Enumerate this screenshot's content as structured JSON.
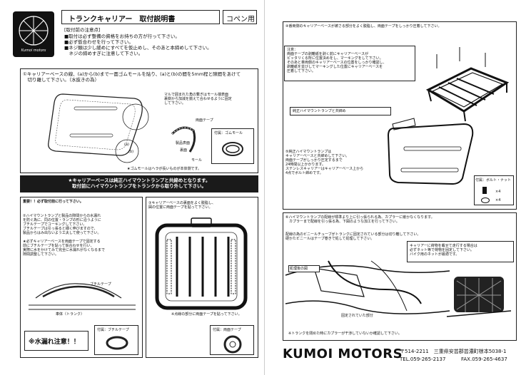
{
  "left": {
    "logo_caption": "Kumoi motors",
    "title": "トランクキャリアー　取付説明書",
    "model": "コペン用",
    "precautions_title": "[取付前の注意点]",
    "precautions": "■取付は必ず整備の資格をお持ちの方が行って下さい。\n■必ず仮合わせを行って下さい。\n■ネジ類は少し緩めにすべてを仮止めし、そのあと本締めして下さい。\n　ネジの締めすぎに注意して下さい。",
    "step1_text": "①キャリアーベースの線、(a)から(b)まで一面ゴムモールを貼り、(a)と(b)の間を5mm程と隙間をあけて\n　切り離して下さい。（水抜きの為）",
    "step1_note": "マルで囲まれた角の繋ぎはモール端表面\n裏側から加減を揃えて合わせるように固定\nして下さい。",
    "step1_labels": {
      "a": "(a)",
      "b": "(b)",
      "tape": "両面テープ",
      "mold": "ゴムモール",
      "surface": "製品表面",
      "back": "裏面",
      "mall": "モール"
    },
    "step1_mold_note": "★ゴムモールはヘラが長いものが本体側です。",
    "accessory_mold": "付属：ゴムモール",
    "banner": "★キャリアーベースは純正ハイマウントランプと共締めとなります。\n取付前にハイマウントランプをトランクから取り外して下さい。",
    "important": "重要！！必ず取付前に行って下さい。",
    "step2_text": "②ハイマウントランプと製品の隙間からの水漏れ\nを防ぐ為に、同の位置・ランプの形に沿うように\nブチルテープでコーキングして下さい。\nブチルテープは引っ張ると細く伸びますので、\n製品からはみ出ないよう工夫して使って下さい。\n\n★必ずキャリアーベースを両面テープで固定する\n前にブチルテープを貼って仮合わせを行い、\n実際に水をかけてみて完全に水漏れがなくなるまで\n隙間調整して下さい。",
    "butyl_label": "ブチルテープ",
    "trunk_label": "車体（トランク）",
    "leak_warning": "※水漏れ注意！！",
    "accessory_butyl": "付属：ブチルテープ",
    "step3_text": "③キャリアーベースの裏面をよく脱脂し、\n図の位置に両面テープを貼って下さい。",
    "step3_note": "※点線の部分に両面テープを貼って下さい。",
    "accessory_tape": "付属：両面テープ"
  },
  "right": {
    "step4_text": "④番両側のキャリアーベースが被さる部分をよく脱脂し、両面テープをしっかり圧着して下さい。",
    "step4_note": "注意：\n両面テープの剥離紙を剥く前にキャリアーベースが\nピッタリくる所に位置決めをし、マーキングをして下さい。\nそのあと車両側のキャリアーベースの位置をしっかり確認し、\n剥離紙を並びしてマーキングした位置にキャリアーベースを\n圧着して下さい。",
    "lamp_label": "純正ハイマウントランプと共締め",
    "step5_text": "⑤純正ハイマウントランプは\nキャリアーベースと共締めして下さい。\n両面テープがしっかり圧定するまで\n24時間以上かかります。\nステンレスキャリアーはキャリアーベース上から\n4点でボルト締めです。",
    "accessory_bolt": "付属：ボルト・ナット",
    "qty1": "×4",
    "qty2": "×4",
    "step6_text": "⑥ハイマウントランプの配線が標準より上に引っ張られる為、カプラーに嵌かなくなります。\n　カプラーまで配線を引っ張る為、下図のような加工を行って下さい。",
    "step6_sub": "配線の為のビニールチューブがトランクに固定されている部分は切り離して下さい。\n硬かたビニールはテープ巻きで処して処理して下さい。",
    "after_label": "処理後の図",
    "fixed_label": "固定されていた部分",
    "side_note": "キャリアーに荷物を載せて走行する場合は\n必ずネット等で荷物を固定して下さい。\nバイク用のネットが最適です。",
    "trunk_warning": "※トランクを閉めた時にカプラーが干渉していないか確認して下さい。",
    "company": "KUMOI MOTORS",
    "address": "〒514-2211　三重県安芸郡芸濃町椋本5038-1",
    "tel": "TEL.059-265-2137",
    "fax": "FAX.059-265-4637"
  }
}
